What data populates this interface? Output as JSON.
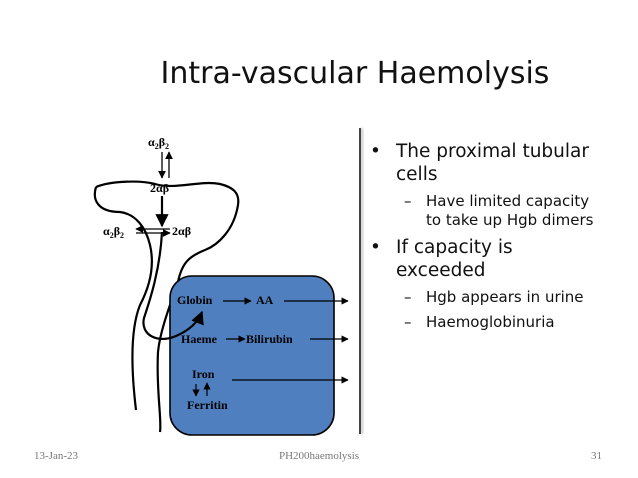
{
  "slide": {
    "title": "Intra-vascular Haemolysis",
    "bullets": [
      {
        "text_lines": [
          "The proximal tubular",
          "cells"
        ],
        "sub": [
          {
            "text_lines": [
              "Have limited capacity",
              "to take up Hgb dimers"
            ]
          }
        ]
      },
      {
        "text_lines": [
          "If capacity is",
          "exceeded"
        ],
        "sub": [
          {
            "text_lines": [
              "Hgb appears in urine"
            ]
          },
          {
            "text_lines": [
              "Haemoglobinuria"
            ]
          }
        ]
      }
    ],
    "bullet_glyph": "•",
    "dash_glyph": "–"
  },
  "diagram": {
    "top_tetramer": {
      "alpha": "α",
      "sub1": "2",
      "beta": "β",
      "sub2": "2"
    },
    "dimer_top": "2αβ",
    "left_tetramer": {
      "alpha": "α",
      "sub1": "2",
      "beta": "β",
      "sub2": "2"
    },
    "dimer_right": "2αβ",
    "globin": "Globin",
    "aa": "AA",
    "haeme": "Haeme",
    "bilirubin": "Bilirubin",
    "iron": "Iron",
    "ferritin": "Ferritin",
    "cell_color": "#4f7fbf"
  },
  "footer": {
    "date": "13-Jan-23",
    "center": "PH200haemolysis",
    "page": "31"
  }
}
